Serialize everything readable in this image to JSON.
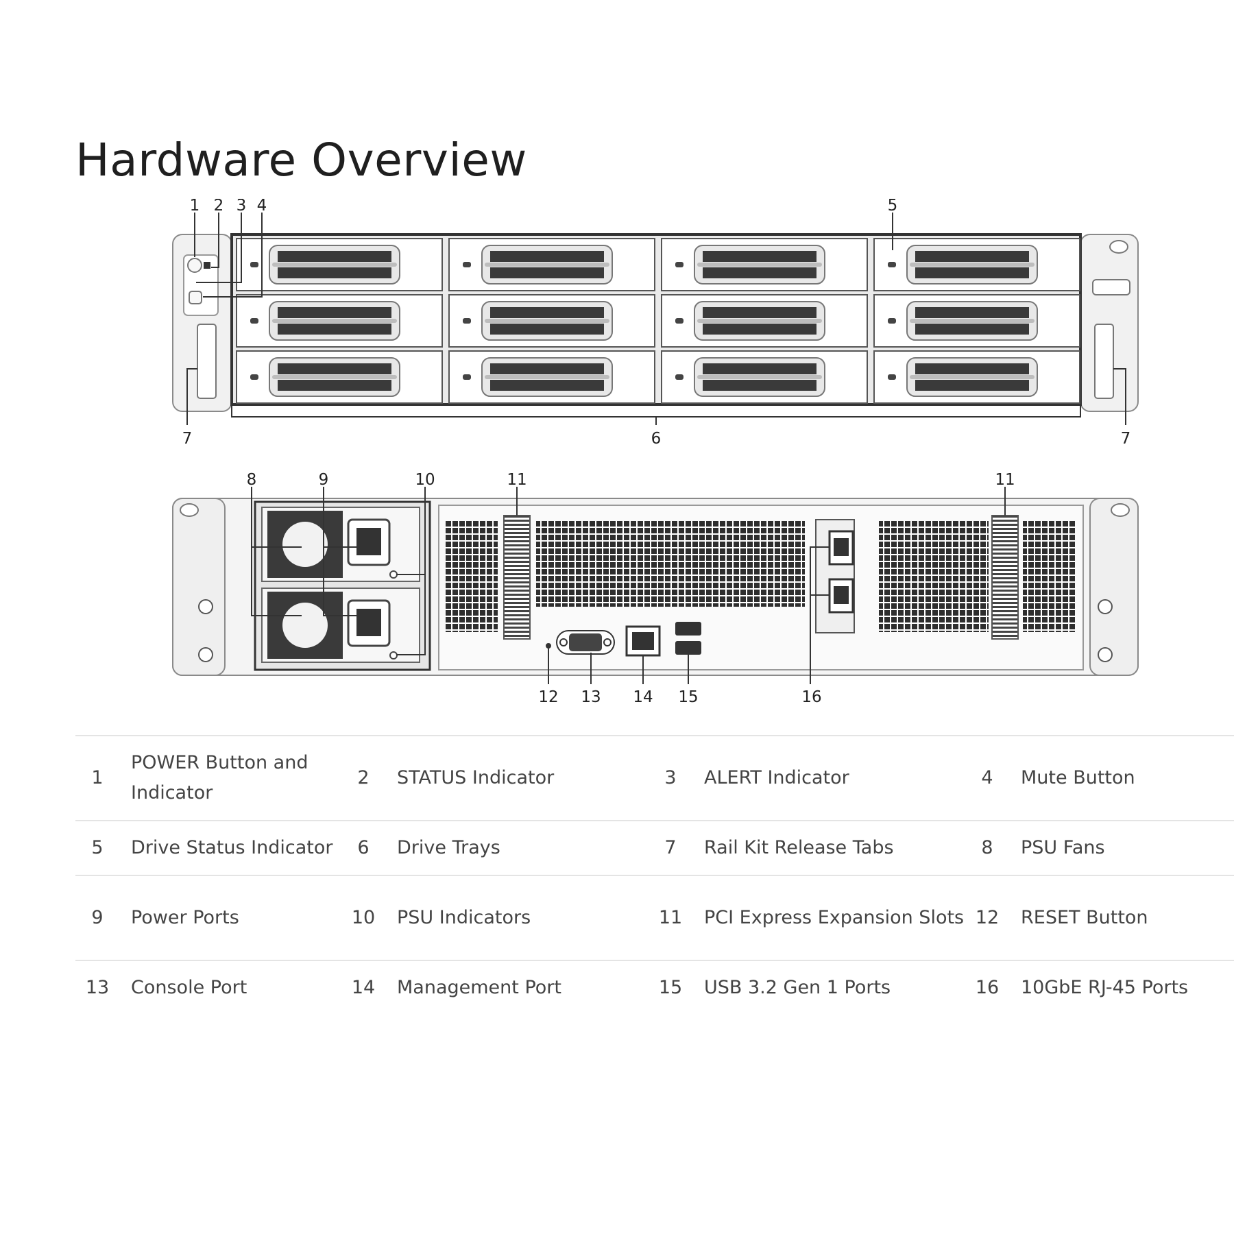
{
  "page": {
    "title": "Hardware Overview"
  },
  "front_panel": {
    "callouts": [
      "1",
      "2",
      "3",
      "4",
      "5",
      "6",
      "7",
      "7"
    ]
  },
  "rear_panel": {
    "callouts": [
      "8",
      "9",
      "10",
      "11",
      "11",
      "12",
      "13",
      "14",
      "15",
      "16"
    ]
  },
  "components": [
    {
      "num": "1",
      "label": "POWER Button and Indicator"
    },
    {
      "num": "2",
      "label": "STATUS Indicator"
    },
    {
      "num": "3",
      "label": "ALERT Indicator"
    },
    {
      "num": "4",
      "label": "Mute Button"
    },
    {
      "num": "5",
      "label": "Drive Status Indicator"
    },
    {
      "num": "6",
      "label": "Drive Trays"
    },
    {
      "num": "7",
      "label": "Rail Kit Release Tabs"
    },
    {
      "num": "8",
      "label": "PSU Fans"
    },
    {
      "num": "9",
      "label": "Power Ports"
    },
    {
      "num": "10",
      "label": "PSU Indicators"
    },
    {
      "num": "11",
      "label": "PCI Express Expansion Slots"
    },
    {
      "num": "12",
      "label": "RESET Button"
    },
    {
      "num": "13",
      "label": "Console Port"
    },
    {
      "num": "14",
      "label": "Management Port"
    },
    {
      "num": "15",
      "label": "USB 3.2 Gen 1 Ports"
    },
    {
      "num": "16",
      "label": "10GbE RJ-45 Ports"
    }
  ],
  "colors": {
    "chassis_fill": "#f2f2f2",
    "chassis_stroke": "#8a8a8a",
    "tray_fill": "#ffffff",
    "handle_dark": "#3a3a3a",
    "leader_line": "#333333"
  }
}
